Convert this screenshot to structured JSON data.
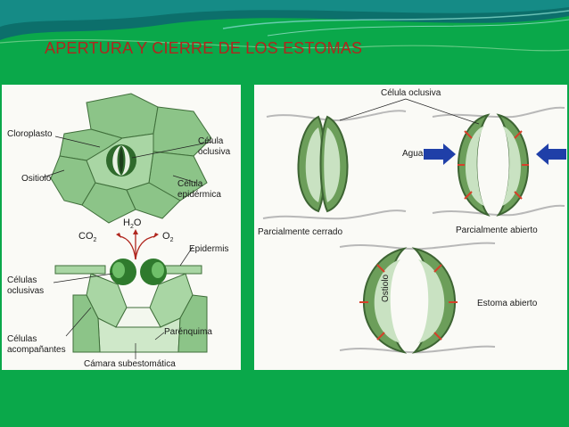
{
  "slide": {
    "title": "APERTURA Y CIERRE DE LOS ESTOMAS"
  },
  "left_panel": {
    "top_view": {
      "labels": {
        "cloroplasto": "Cloroplasto",
        "ositiolo": "Ositiolo",
        "celula_oclusiva_line1": "Célula",
        "celula_oclusiva_line2": "oclusiva",
        "celula_epidermica_line1": "Célula",
        "celula_epidermica_line2": "epidérmica"
      }
    },
    "section_view": {
      "labels": {
        "h2o_h": "H",
        "h2o_sub": "2",
        "h2o_o": "O",
        "co2_co": "CO",
        "co2_sub": "2",
        "o2_o": "O",
        "o2_sub": "2",
        "epidermis": "Epidermis",
        "celulas_oclusivas_line1": "Células",
        "celulas_oclusivas_line2": "oclusivas",
        "celulas_acompanantes_line1": "Células",
        "celulas_acompanantes_line2": "acompañantes",
        "parenquima": "Parénquima",
        "camara": "Cámara subestomática"
      }
    }
  },
  "right_panel": {
    "labels": {
      "celula_oclusiva": "Célula oclusiva",
      "agua": "Agua",
      "parcialmente_cerrado": "Parcialmente cerrado",
      "parcialmente_abierto": "Parcialmente abierto",
      "estoma_abierto": "Estoma abierto",
      "ostiolo": "Ostiolo"
    }
  },
  "colors": {
    "background": "#0aa84a",
    "title": "#b0261e",
    "cell_fill": "#7fb87a",
    "cell_dark": "#3d7a3a",
    "arrow_blue": "#1f3fa8",
    "arrow_red": "#d6402a"
  }
}
